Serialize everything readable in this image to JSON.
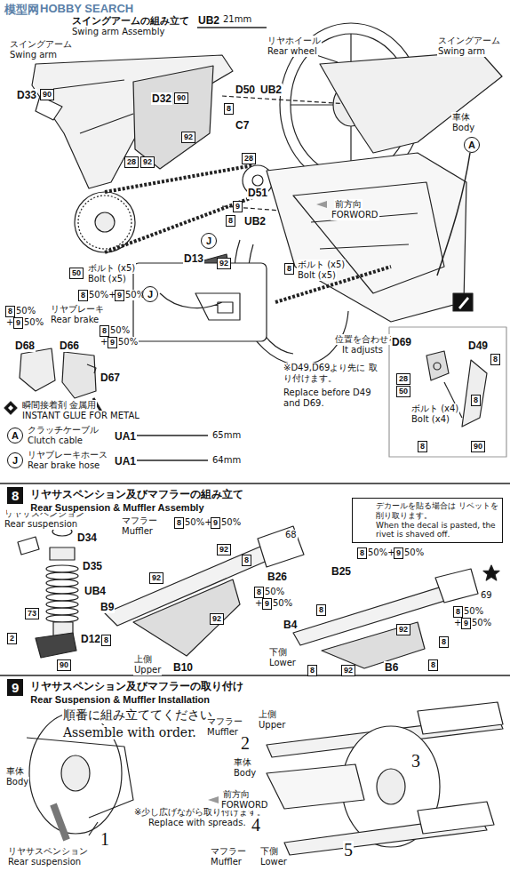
{
  "diagram": {
    "nodes": [
      {
        "text": [
          "A"
        ]
      },
      {
        "text": [
          "J"
        ]
      },
      {
        "text": [
          "J"
        ]
      },
      {
        "text": [
          "A"
        ]
      },
      {
        "text": [
          "J"
        ]
      },
      {
        "text": [
          "8",
          "リヤサスペンション及びマフラーの組み立て",
          "Rear Suspension & Muffler Assembly"
        ]
      },
      {
        "text": [
          "デカールを貼る場合は リベットを削り取ります。",
          "When the decal is pasted, the rivet is shaved off."
        ]
      },
      {
        "text": [
          "9",
          "リヤサスペンション及びマフラーの取り付け",
          "Rear Suspension & Muffler Installation"
        ]
      }
    ],
    "labels": [
      "模型网",
      "HOBBY SEARCH",
      "スイングアームの組み立て",
      "Swing arm Assembly",
      "UB2",
      "21mm",
      "リヤホイール",
      "Rear wheel",
      "スイングアーム",
      "Swing arm",
      "D33",
      "90",
      "D32",
      "90",
      "92",
      "28",
      "92",
      "28",
      "9",
      "C7",
      "8",
      "D50",
      "UB2",
      "D51",
      "8",
      "UB2",
      "スイングアーム",
      "Swing arm",
      "車体",
      "Body",
      "前方向",
      "FORWORD",
      "50",
      "ボルト (x5)",
      "Bolt (x5)",
      "8",
      "50%+",
      "9",
      "50%",
      "リヤブレーキ",
      "Rear brake",
      "8",
      "50%",
      "+",
      "9",
      "50%",
      "8",
      "50%",
      "+",
      "9",
      "50%",
      "D68",
      "D66",
      "D67",
      "瞬間接着剤 金属用",
      "INSTANT GLUE FOR METAL",
      "クラッチケーブル",
      "Clutch cable",
      "UA1",
      "65mm",
      "リヤブレーキホース",
      "Rear brake hose",
      "UA1",
      "64mm",
      "D13",
      "92",
      "8",
      "ボルト (x5)",
      "Bolt (x5)",
      "位置を合わせる",
      "It adjusts",
      "※D49,D69より先に 取り付けます。",
      "Replace before D49 and D69.",
      "D69",
      "D49",
      "8",
      "28",
      "50",
      "ボルト (x4)",
      "Bolt (x4)",
      "8",
      "8",
      "90",
      "リヤサスペンション",
      "Rear suspension",
      "D34",
      "D35",
      "UB4",
      "73",
      "2",
      "D12",
      "90",
      "マフラー",
      "Muffler",
      "8",
      "50%+",
      "9",
      "50%",
      "68",
      "92",
      "8",
      "B26",
      "8",
      "50%",
      "+",
      "9",
      "50%",
      "B9",
      "92",
      "8",
      "92",
      "上側",
      "Upper",
      "B10",
      "8",
      "50%+",
      "9",
      "50%",
      "B25",
      "69",
      "8",
      "50%",
      "+",
      "9",
      "50%",
      "B4",
      "8",
      "92",
      "8",
      "下側",
      "Lower",
      "B6",
      "8",
      "92",
      "8",
      "順番に組み立ててください。",
      "Assemble with order.",
      "車体",
      "Body",
      "※少し広げながら取り付けます。",
      "Replace with spreads.",
      "1",
      "リヤサスペンション",
      "Rear suspension",
      "マフラー",
      "Muffler",
      "上側",
      "Upper",
      "2",
      "3",
      "車体",
      "Body",
      "前方向",
      "FORWORD",
      "4",
      "5",
      "マフラー",
      "Muffler",
      "下側",
      "Lower"
    ]
  }
}
